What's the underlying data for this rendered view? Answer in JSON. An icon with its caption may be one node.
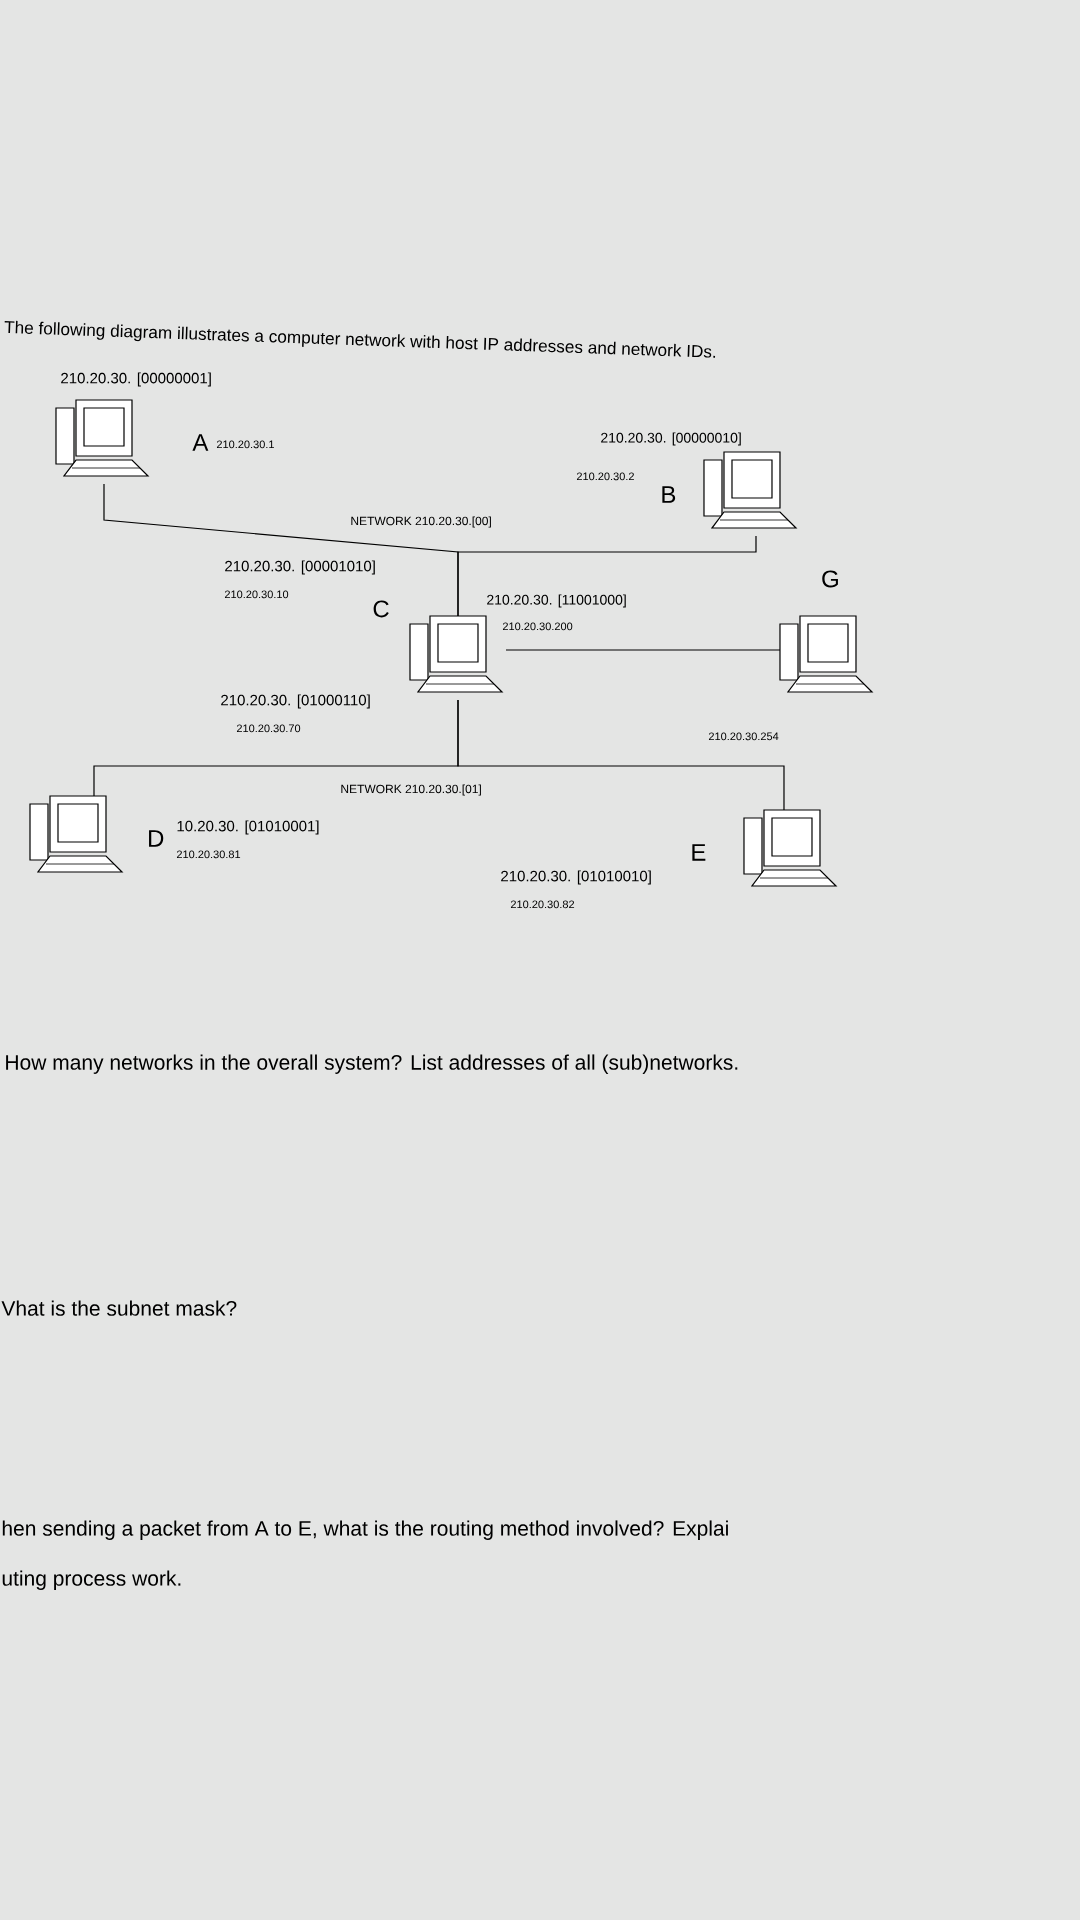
{
  "diagram": {
    "title": "The following diagram illustrates a computer network with host IP addresses and network IDs.",
    "nodes": [
      {
        "text": [
          "A"
        ]
      },
      {
        "text": [
          "B"
        ]
      },
      {
        "text": [
          "C"
        ]
      },
      {
        "text": [
          "G"
        ]
      },
      {
        "text": [
          "D"
        ]
      },
      {
        "text": [
          "E"
        ]
      }
    ],
    "edges": [
      {
        "from": 0,
        "to": 2,
        "arrow": "none"
      },
      {
        "from": 1,
        "to": 2,
        "arrow": "none"
      },
      {
        "from": 2,
        "to": 3,
        "arrow": "none"
      },
      {
        "from": 2,
        "to": 4,
        "arrow": "none"
      },
      {
        "from": 2,
        "to": 5,
        "arrow": "none"
      }
    ],
    "labels": [
      "210.20.30. [00000001]",
      "210.20.30.1",
      "210.20.30. [00000010]",
      "210.20.30.2",
      "NETWORK 210.20.30.[00]",
      "210.20.30. [00001010]",
      "210.20.30.10",
      "210.20.30. [11001000]",
      "210.20.30.200",
      "210.20.30. [01000110]",
      "210.20.30.70",
      "210.20.30.254",
      "NETWORK 210.20.30.[01]",
      "10.20.30. [01010001]",
      "210.20.30.81",
      "210.20.30. [01010010]",
      "210.20.30.82",
      "How many networks in the overall system? List addresses of all (sub)networks.",
      "Vhat is the subnet mask?",
      "hen sending a packet from A to E, what is the routing method involved? Explai",
      "uting process work."
    ]
  }
}
